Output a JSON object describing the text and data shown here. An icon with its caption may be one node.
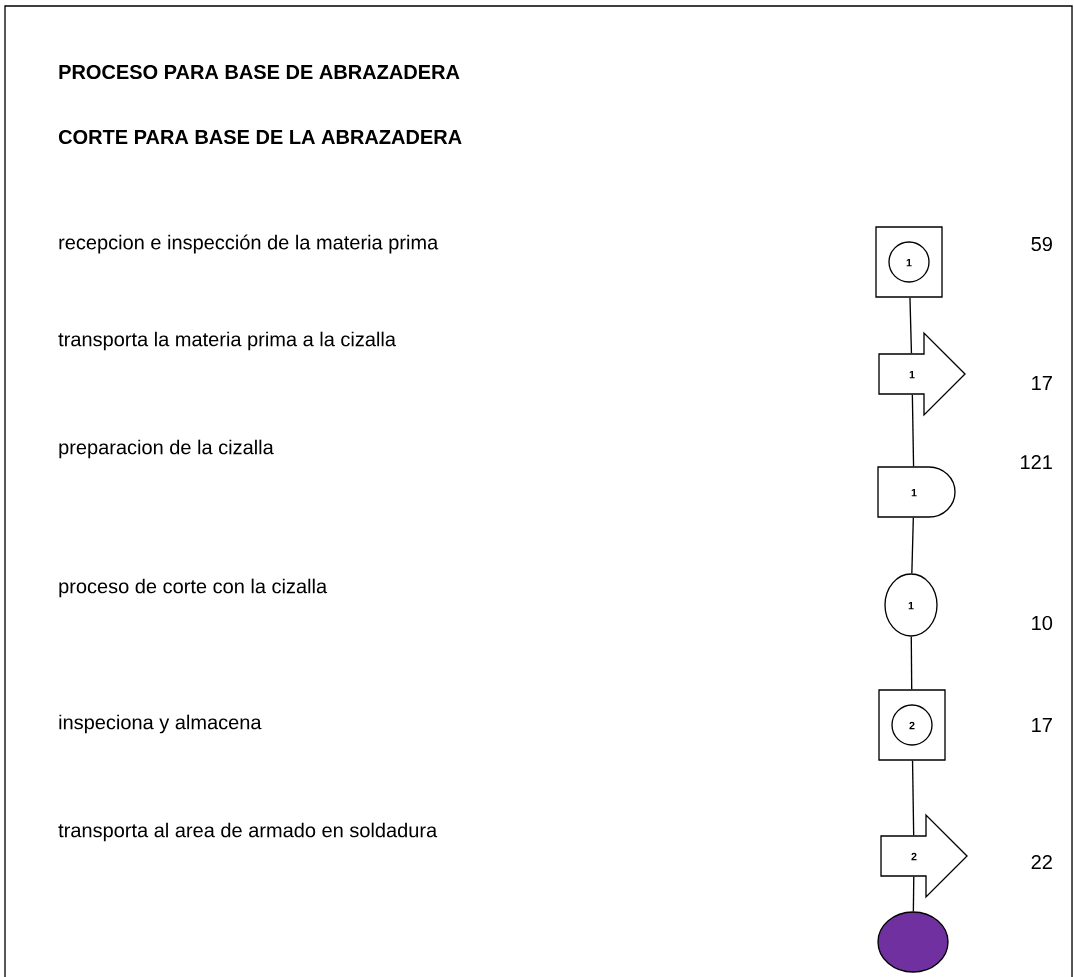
{
  "diagram": {
    "title": "PROCESO PARA BASE DE ABRAZADERA",
    "nodes": [
      {
        "text": [
          "1"
        ]
      },
      {
        "text": [
          "1"
        ]
      },
      {
        "text": [
          "1"
        ]
      },
      {
        "text": [
          "1"
        ]
      },
      {
        "text": [
          "2"
        ]
      },
      {
        "text": [
          "2"
        ]
      },
      {
        "text": [],
        "shape": "circle"
      }
    ],
    "edges": [
      {
        "from": 0,
        "to": 1,
        "arrow": "none"
      },
      {
        "from": 1,
        "to": 2,
        "arrow": "none"
      },
      {
        "from": 2,
        "to": 3,
        "arrow": "none"
      },
      {
        "from": 3,
        "to": 4,
        "arrow": "none"
      },
      {
        "from": 4,
        "to": 5,
        "arrow": "none"
      },
      {
        "from": 5,
        "to": 6,
        "arrow": "none"
      }
    ],
    "labels": [
      "CORTE PARA BASE DE LA ABRAZADERA",
      "recepcion e inspección de la materia prima",
      "59",
      "transporta la materia prima a la cizalla",
      "17",
      "preparacion de la cizalla",
      "121",
      "proceso de corte con la cizalla",
      "10",
      "inspeciona y almacena",
      "17",
      "transporta al area de armado en soldadura",
      "22"
    ]
  }
}
